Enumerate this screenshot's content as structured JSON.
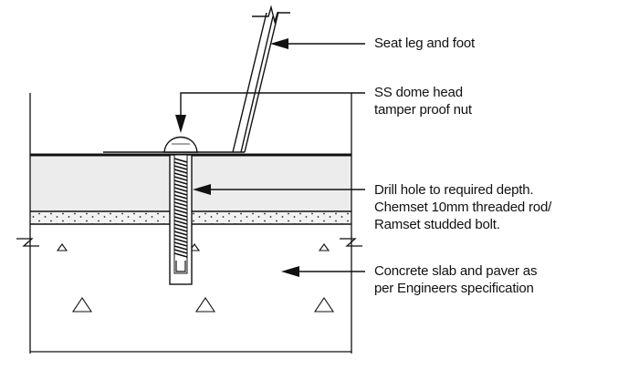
{
  "labels": {
    "seat_leg": [
      "Seat leg and foot"
    ],
    "dome_nut": [
      "SS dome head",
      "tamper proof nut"
    ],
    "drill_hole": [
      "Drill hole to required depth.",
      "Chemset 10mm threaded rod/",
      "Ramset studded bolt."
    ],
    "concrete": [
      "Concrete slab and paver as",
      "per Engineers specification"
    ]
  },
  "colors": {
    "line": "#111111",
    "paver_fill": "#ececec",
    "bedding_fill": "#f2f2f2",
    "background": "#ffffff"
  }
}
